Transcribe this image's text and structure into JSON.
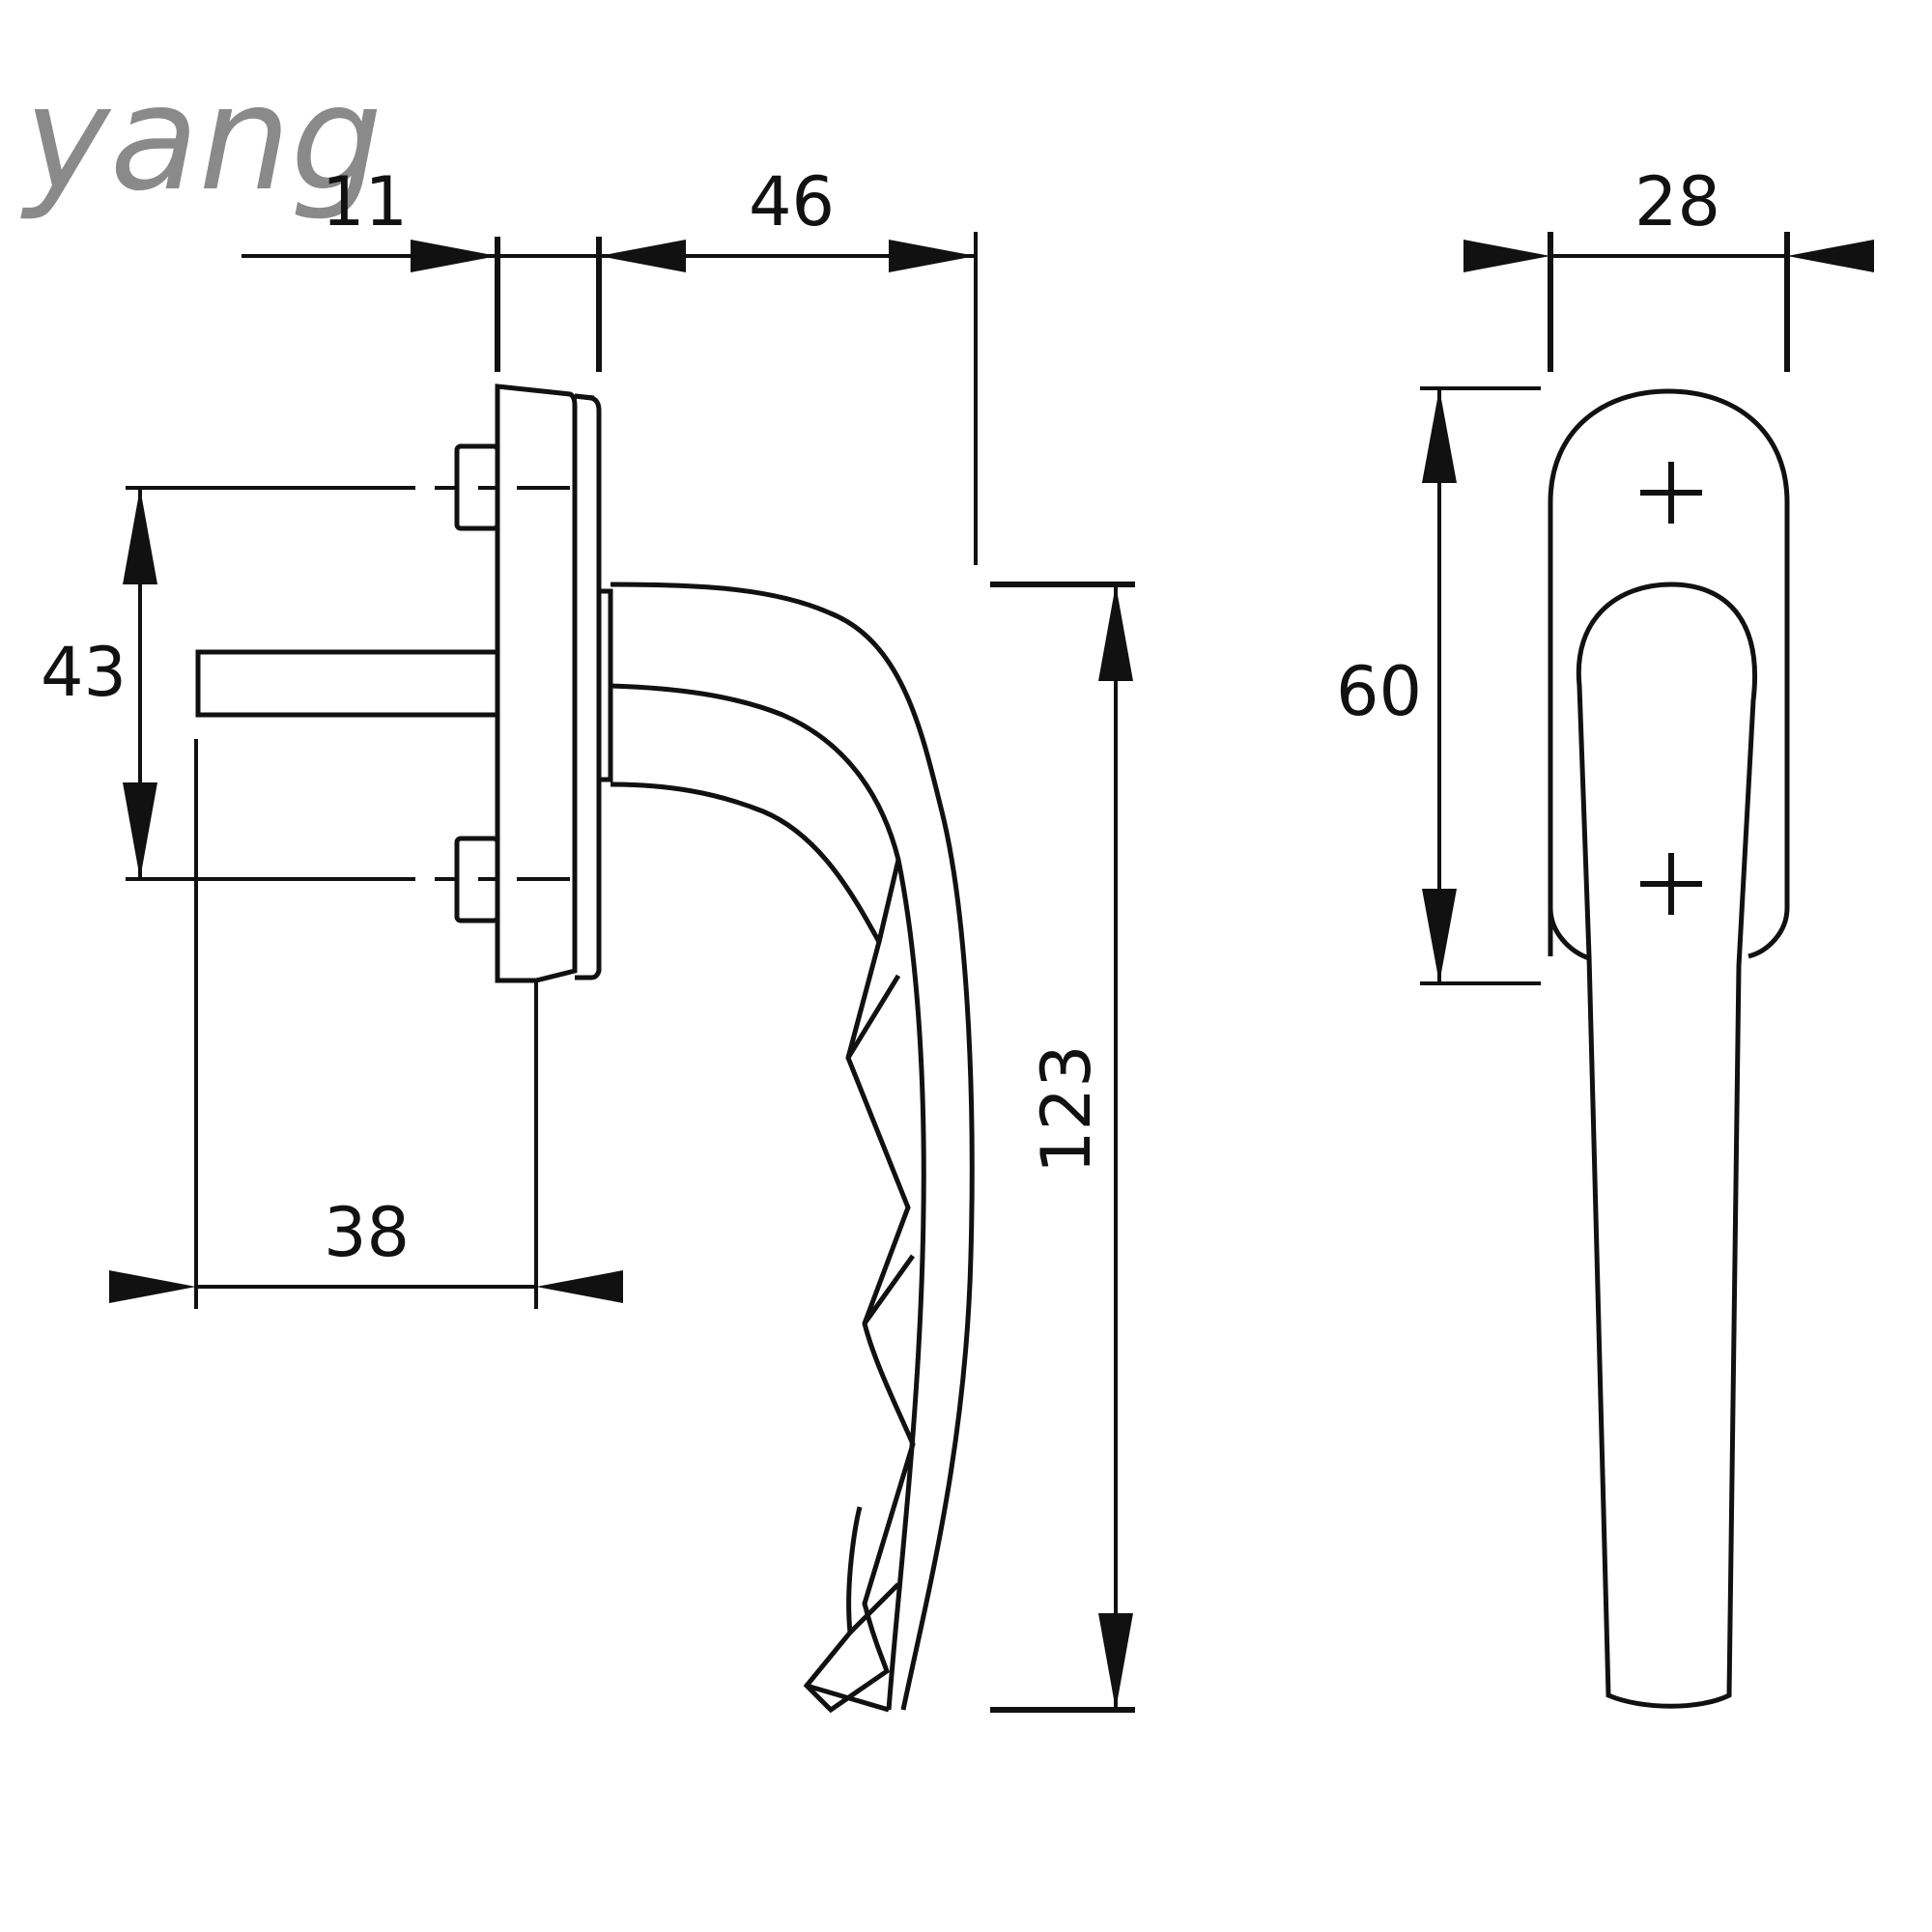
{
  "watermark": "yang",
  "dimensions": {
    "spindle_offset": "11",
    "rose_to_grip": "46",
    "screw_spacing": "43",
    "spindle_length": "38",
    "handle_height": "123",
    "rose_width": "28",
    "rose_height": "60"
  },
  "colors": {
    "line": "#111111",
    "watermark": "#8a8a8a",
    "background": "#ffffff"
  }
}
